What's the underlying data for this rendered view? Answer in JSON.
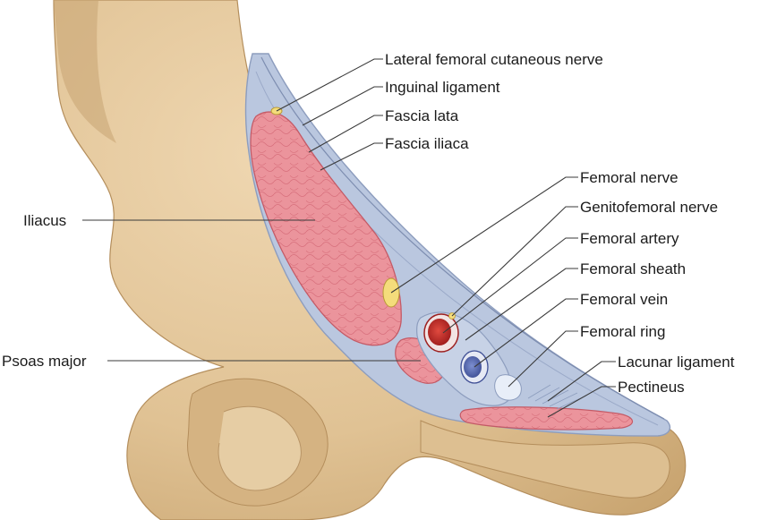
{
  "labels": {
    "lateral_femoral_cutaneous_nerve": "Lateral femoral cutaneous nerve",
    "inguinal_ligament": "Inguinal ligament",
    "fascia_lata": "Fascia lata",
    "fascia_iliaca": "Fascia iliaca",
    "femoral_nerve": "Femoral nerve",
    "genitofemoral_nerve": "Genitofemoral nerve",
    "femoral_artery": "Femoral artery",
    "femoral_sheath": "Femoral sheath",
    "femoral_vein": "Femoral vein",
    "femoral_ring": "Femoral ring",
    "lacunar_ligament": "Lacunar ligament",
    "pectineus": "Pectineus",
    "iliacus": "Iliacus",
    "psoas_major": "Psoas major"
  },
  "colors": {
    "bone": "#e2c69c",
    "bone_shadow": "#c9a776",
    "fascia": "#b9c6de",
    "fascia_edge": "#8f9fbf",
    "muscle": "#e98f98",
    "muscle_dark": "#c8606c",
    "artery": "#c22a2a",
    "vein": "#5a6fb4",
    "nerve": "#f3dc7a"
  }
}
